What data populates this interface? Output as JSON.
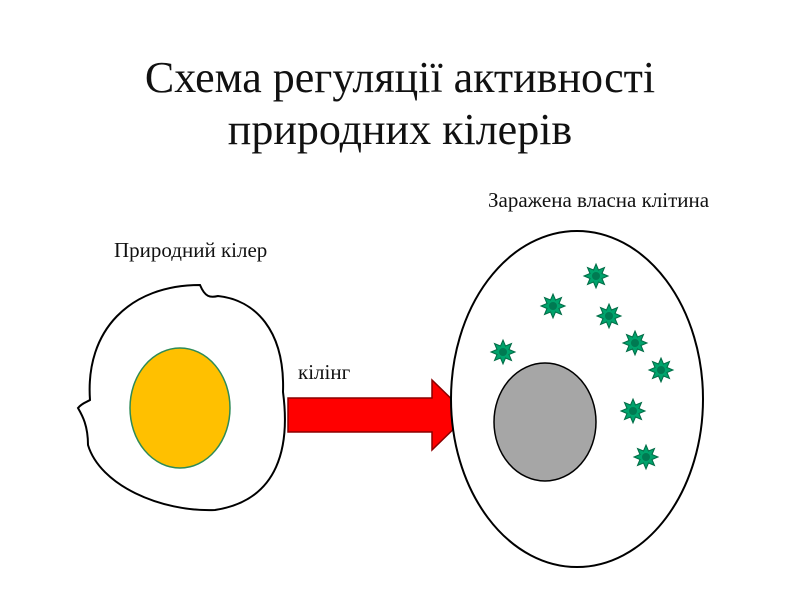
{
  "slide": {
    "title_line1": "Схема регуляції активності",
    "title_line2": "природних кілерів",
    "label_infected_cell": "Заражена власна клітина",
    "label_natural_killer": "Природний кілер",
    "label_killing": "кілінг"
  },
  "colors": {
    "killer_nucleus": "#FFC000",
    "target_nucleus": "#A6A6A6",
    "arrow": "#FF0000",
    "virus": "#00A36C",
    "outline": "#000000"
  }
}
